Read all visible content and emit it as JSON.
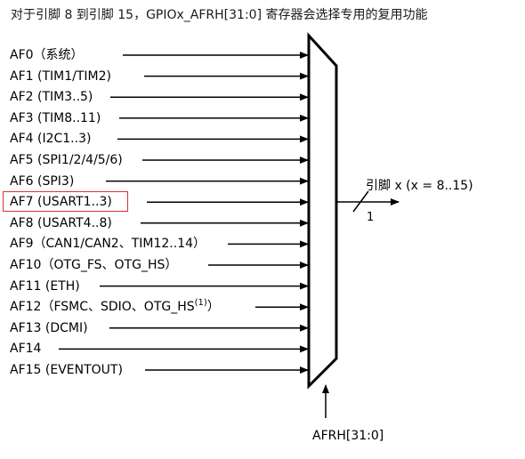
{
  "title": "对于引脚 8 到引脚 15，GPIOx_AFRH[31:0] 寄存器会选择专用的复用功能",
  "inputs": [
    {
      "label": "AF0（系统）",
      "highlighted": false
    },
    {
      "label": "AF1 (TIM1/TIM2)",
      "highlighted": false
    },
    {
      "label": "AF2 (TIM3..5)",
      "highlighted": false
    },
    {
      "label": "AF3 (TIM8..11)",
      "highlighted": false
    },
    {
      "label": "AF4 (I2C1..3)",
      "highlighted": false
    },
    {
      "label": "AF5 (SPI1/2/4/5/6)",
      "highlighted": false
    },
    {
      "label": "AF6 (SPI3)",
      "highlighted": false
    },
    {
      "label": "AF7 (USART1..3)",
      "highlighted": true
    },
    {
      "label": "AF8 (USART4..8)",
      "highlighted": false
    },
    {
      "label": "AF9（CAN1/CAN2、TIM12..14）",
      "highlighted": false
    },
    {
      "label": "AF10（OTG_FS、OTG_HS）",
      "highlighted": false
    },
    {
      "label": "AF11 (ETH)",
      "highlighted": false
    },
    {
      "label": "AF12（FSMC、SDIO、OTG_HS",
      "footnote": "(1)",
      "label_suffix": "）",
      "highlighted": false
    },
    {
      "label": "AF13 (DCMI)",
      "highlighted": false
    },
    {
      "label": "AF14",
      "highlighted": false
    },
    {
      "label": "AF15 (EVENTOUT)",
      "highlighted": false
    }
  ],
  "output": {
    "label": "引脚 x (x = 8..15)",
    "bus_width": "1"
  },
  "select": {
    "label": "AFRH[31:0]"
  },
  "colors": {
    "line": "#000000",
    "highlight": "#e03030",
    "text": "#000000"
  }
}
